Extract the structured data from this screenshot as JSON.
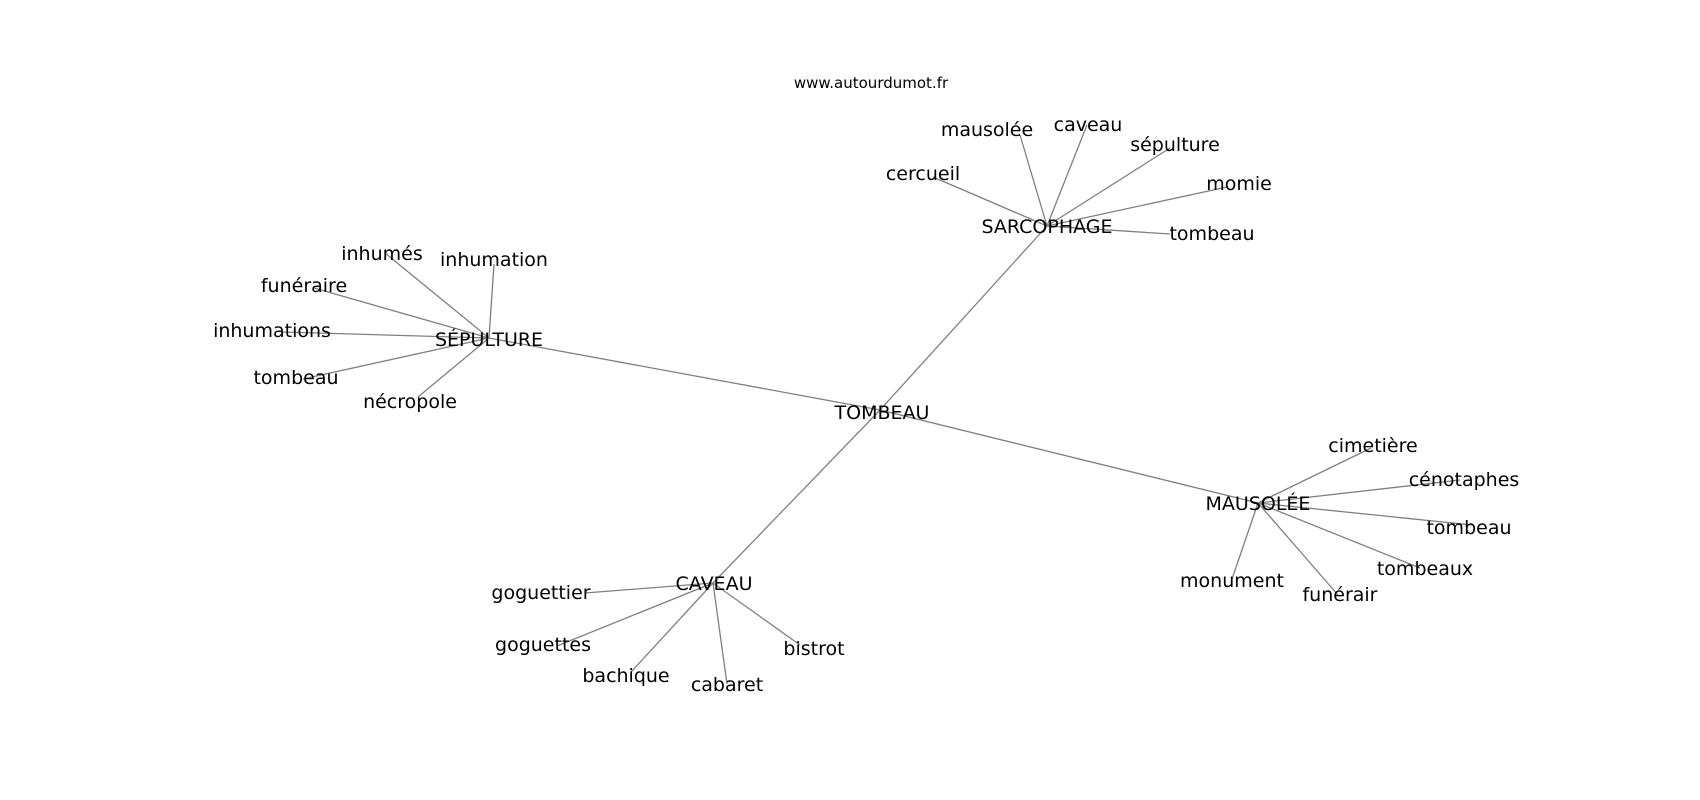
{
  "source": "www.autourdumot.fr",
  "graph": {
    "root": "TOMBEAU",
    "branches": [
      {
        "label": "SARCOPHAGE",
        "children": [
          "cercueil",
          "mausolée",
          "caveau",
          "sépulture",
          "momie",
          "tombeau"
        ]
      },
      {
        "label": "SÉPULTURE",
        "children": [
          "inhumés",
          "inhumation",
          "funéraire",
          "inhumations",
          "tombeau",
          "nécropole"
        ]
      },
      {
        "label": "MAUSOLÉE",
        "children": [
          "cimetière",
          "cénotaphes",
          "tombeau",
          "tombeaux",
          "funérair",
          "monument"
        ]
      },
      {
        "label": "CAVEAU",
        "children": [
          "goguettier",
          "goguettes",
          "bachique",
          "cabaret",
          "bistrot"
        ]
      }
    ]
  },
  "colors": {
    "edge": "#7f7f7f",
    "text": "#000000",
    "background": "#ffffff"
  }
}
